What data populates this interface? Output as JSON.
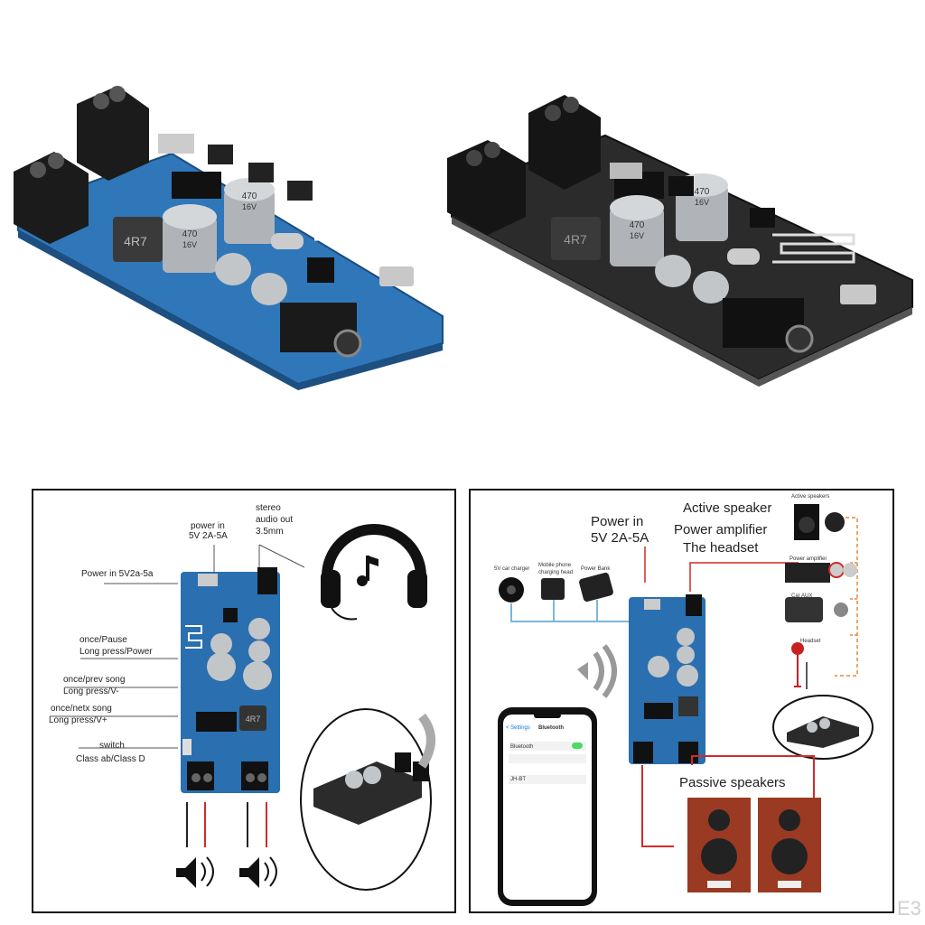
{
  "photos": {
    "blue_board": {
      "cap_large_1": "470",
      "cap_large_1_v": "16V",
      "cap_large_2": "470",
      "cap_large_2_v": "16V",
      "inductor": "4R7"
    },
    "black_board": {
      "cap_large_1": "470",
      "cap_large_1_v": "16V",
      "cap_large_2": "470",
      "cap_large_2_v": "16V",
      "inductor": "4R7"
    }
  },
  "left_panel": {
    "power_in_top": "power in",
    "power_in_top_2": "5V 2A-5A",
    "stereo_1": "stereo",
    "stereo_2": "audio out",
    "stereo_3": "3.5mm",
    "power_in_left": "Power in  5V2a-5a",
    "once_pause": "once/Pause",
    "long_power": "Long press/Power",
    "once_prev": "once/prev song",
    "long_vminus": "Long press/V-",
    "once_next": "once/netx song",
    "long_vplus": "Long press/V+",
    "switch": "switch",
    "class": "Class ab/Class D",
    "inductor": "4R7"
  },
  "right_panel": {
    "power_in_1": "Power in",
    "power_in_2": "5V 2A-5A",
    "active_speaker": "Active speaker",
    "power_amplifier": "Power amplifier",
    "the_headset": "The headset",
    "passive_speakers": "Passive speakers",
    "car_charger": "5V car charger",
    "phone_head_1": "Mobile phone",
    "phone_head_2": "charging head",
    "power_bank": "Power Bank",
    "active_speakers_small": "Active speakers",
    "power_amplifier_small": "Power amplifier",
    "car_aux_small": "Car AUX",
    "headset_small": "Headset",
    "phone": {
      "back": "< Settings",
      "title": "Bluetooth",
      "bt_label": "Bluetooth",
      "device": "JH-BT"
    }
  },
  "watermark": "E3",
  "colors": {
    "board_blue": "#2a6fb0",
    "board_black": "#2a2a2a",
    "wire_red": "#d12a2a",
    "wire_blue": "#7ab8d8",
    "wire_orange": "#e58a3a",
    "speaker_wood": "#9a3a22"
  }
}
